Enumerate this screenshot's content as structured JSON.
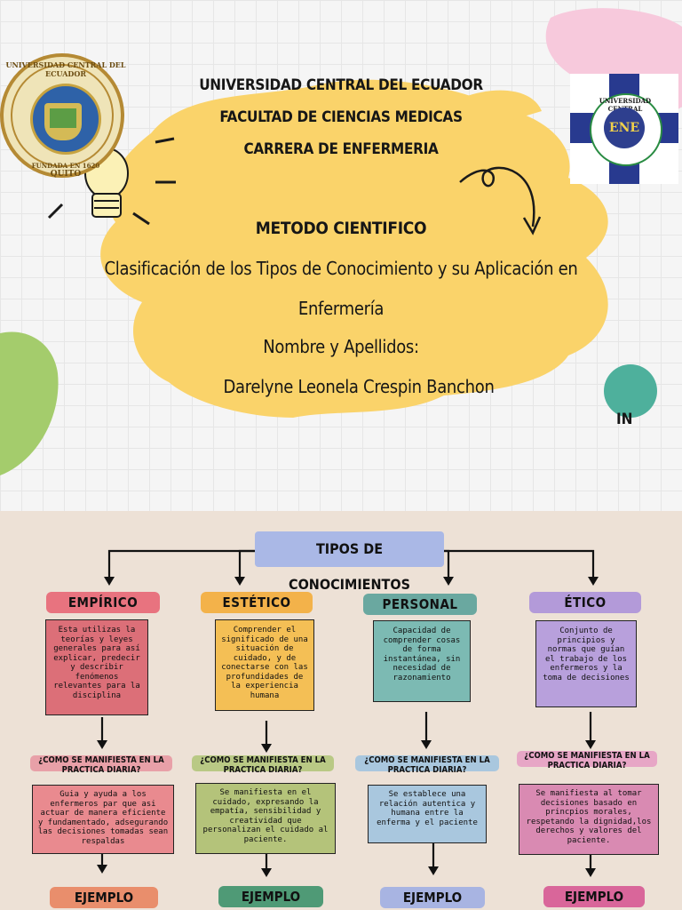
{
  "header": {
    "line1": "UNIVERSIDAD CENTRAL DEL ECUADOR",
    "line2": "FACULTAD DE CIENCIAS MEDICAS",
    "line3": "CARRERA DE ENFERMERIA",
    "subject": "METODO CIENTIFICO",
    "topic_line1": "Clasificación de los Tipos de Conocimiento y su Aplicación en",
    "topic_line2": "Enfermería",
    "name_label": "Nombre y Apellidos:",
    "name_value": "Darelyne Leonela Crespin Banchon",
    "corner_mark": "IN"
  },
  "logos": {
    "left_arc": "UNIVERSIDAD CENTRAL DEL ECUADOR",
    "left_caption_1": "FUNDADA EN 1620",
    "left_caption_2": "QUITO",
    "right_ring": "UNIVERSIDAD CENTRAL",
    "right_center": "ENE"
  },
  "map": {
    "title": "TIPOS DE CONOCIMIENTOS",
    "question": "¿COMO SE MANIFIESTA EN LA PRACTICA DIARIA?",
    "example_label": "EJEMPLO",
    "columns": [
      {
        "category": "EMPÍRICO",
        "color": "#e8737f",
        "box_color": "#dc6f78",
        "definition": "Esta utilizas la teorías y leyes generales para así explicar, predecir y describir fenómenos relevantes para la disciplina",
        "answer": "Guia y ayuda a los enfermeros par que asi actuar de manera eficiente y fundamentado, adsegurando las decisiones tomadas sean respaldas",
        "example_color": "#e98e6c"
      },
      {
        "category": "ESTÉTICO",
        "color": "#f3b24a",
        "box_color": "#f4bf55",
        "definition": "Comprender el significado de una situación de cuidado, y de conectarse con las profundidades de la experiencia humana",
        "answer": "Se manifiesta en el cuidado, expresando la empatía, sensibilidad y creatividad que personalizan el cuidado al paciente.",
        "example_color": "#4f9a76"
      },
      {
        "category": "PERSONAL",
        "color": "#6aa8a0",
        "box_color": "#7cbab3",
        "definition": "Capacidad de comprender cosas de forma instantánea, sin necesidad de razonamiento",
        "answer": "Se establece una relación autentica y humana entre la enferma y el paciente",
        "example_color": "#a8b4e2"
      },
      {
        "category": "ÉTICO",
        "color": "#b39ad9",
        "box_color": "#b8a0dc",
        "definition": "Conjunto de principios y normas que guían el trabajo de los enfermeros y la toma de decisiones",
        "answer": "Se manifiesta al tomar decisiones basado en princpios morales, respetando la dignidad,los derechos y valores del paciente.",
        "example_color": "#d9669a"
      }
    ]
  }
}
